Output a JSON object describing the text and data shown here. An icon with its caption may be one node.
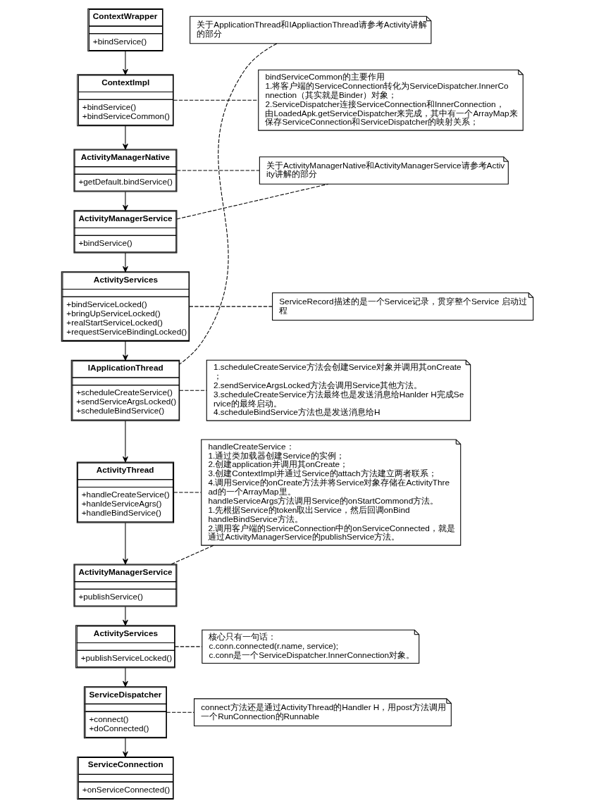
{
  "diagram": {
    "nodes": [
      {
        "text": [
          "ContextWrapper",
          "+bindService()"
        ]
      },
      {
        "text": [
          "ContextImpl",
          "+bindService()",
          "+bindServiceCommon()"
        ]
      },
      {
        "text": [
          "bindServiceCommon的主要作用",
          "1.将客户端的ServiceConnection转化为ServiceDispatcher.InnerConnection（其实就是Binder）对象；",
          "2.ServiceDispatcher连接ServiceConnection和InnerConnection，由LoadedApk.getServiceDispatcher来完成，其中有一个ArrayMap来保存ServiceConnection和ServiceDispatcher的映射关系；"
        ]
      },
      {
        "text": [
          "ActivityManagerNative",
          "+getDefault.bindService()"
        ]
      },
      {
        "text": [
          "关于ActivityManagerNative和ActivityManagerService请参考Activity讲解的部分"
        ]
      },
      {
        "text": [
          "ActivityManagerService",
          "+bindService()"
        ]
      },
      {
        "text": [
          "ActivityServices",
          "+bindServiceLocked()",
          "+bringUpServiceLocked()",
          "+realStartServiceLocked()",
          "+requestServiceBindingLocked()"
        ]
      },
      {
        "text": [
          "ServiceRecord描述的是一个Service记录，贯穿整个Service 启动过程"
        ]
      },
      {
        "text": [
          "关于ApplicationThread和IAppliactionThread请参考Activity讲解的部分"
        ]
      },
      {
        "text": [
          "IApplicationThread",
          "+scheduleCreateService()",
          "+sendServiceArgsLocked()",
          "+scheduleBindService()"
        ]
      },
      {
        "text": [
          "1.scheduleCreateService方法会创建Service对象并调用其onCreate；",
          "2.sendServiceArgsLocked方法会调用Service其他方法。",
          "3.scheduleCreateService方法最终也是发送消息给Hanlder H完成Service的最终启动。",
          "4.scheduleBindService方法也是发送消息给H"
        ]
      },
      {
        "text": [
          "ActivityThread",
          "+handleCreateService()",
          "+hanldeServiceAgrs()",
          "+handleBindService()"
        ]
      },
      {
        "text": [
          "handleCreateService：",
          "1.通过类加载器创建Service的实例；",
          "2.创建application并调用其onCreate；",
          "3.创建ContextImpl并通过Service的attach方法建立两者联系；",
          "4.调用Service的onCreate方法并将Service对象存储在ActivityThread的一个ArrayMap里。",
          "handleServiceArgs方法调用Service的onStartCommond方法。",
          "1.先根据Service的token取出Service，然后回调onBind handleBindService方法。",
          "2.调用客户端的ServiceConnection中的onServiceConnected，就是通过ActivityManagerService的publishService方法。"
        ]
      },
      {
        "text": [
          "ActivityManagerService",
          "+publishService()"
        ]
      },
      {
        "text": [
          "ActivityServices",
          "+publishServiceLocked()"
        ]
      },
      {
        "text": [
          "核心只有一句话：",
          "c.conn.connected(r.name, service);",
          "c.conn是一个ServiceDispatcher.InnerConnection对象。"
        ]
      },
      {
        "text": [
          "ServiceDispatcher",
          "+connect()",
          "+doConnected()"
        ]
      },
      {
        "text": [
          "connect方法还是通过ActivityThread的Handler H，用post方法调用一个RunConnection的Runnable"
        ]
      },
      {
        "text": [
          "ServiceConnection",
          "+onServiceConnected()"
        ]
      }
    ],
    "edges": [
      {
        "from": 0,
        "to": 1,
        "arrow": "to"
      },
      {
        "from": 1,
        "to": 2,
        "arrow": "none",
        "style": "dashed"
      },
      {
        "from": 1,
        "to": 3,
        "arrow": "to"
      },
      {
        "from": 3,
        "to": 4,
        "arrow": "none",
        "style": "dashed"
      },
      {
        "from": 3,
        "to": 5,
        "arrow": "to"
      },
      {
        "from": 5,
        "to": 4,
        "arrow": "none",
        "style": "dashed"
      },
      {
        "from": 5,
        "to": 6,
        "arrow": "to"
      },
      {
        "from": 6,
        "to": 7,
        "arrow": "none",
        "style": "dashed"
      },
      {
        "from": 8,
        "to": 9,
        "arrow": "none",
        "style": "dashed"
      },
      {
        "from": 6,
        "to": 9,
        "arrow": "to"
      },
      {
        "from": 9,
        "to": 10,
        "arrow": "none",
        "style": "dashed"
      },
      {
        "from": 9,
        "to": 11,
        "arrow": "to"
      },
      {
        "from": 11,
        "to": 12,
        "arrow": "none",
        "style": "dashed"
      },
      {
        "from": 11,
        "to": 13,
        "arrow": "to"
      },
      {
        "from": 13,
        "to": 12,
        "arrow": "none",
        "style": "dashed"
      },
      {
        "from": 13,
        "to": 14,
        "arrow": "to"
      },
      {
        "from": 14,
        "to": 15,
        "arrow": "none",
        "style": "dashed"
      },
      {
        "from": 14,
        "to": 16,
        "arrow": "to"
      },
      {
        "from": 16,
        "to": 17,
        "arrow": "none",
        "style": "dashed"
      },
      {
        "from": 16,
        "to": 18,
        "arrow": "to"
      }
    ]
  }
}
